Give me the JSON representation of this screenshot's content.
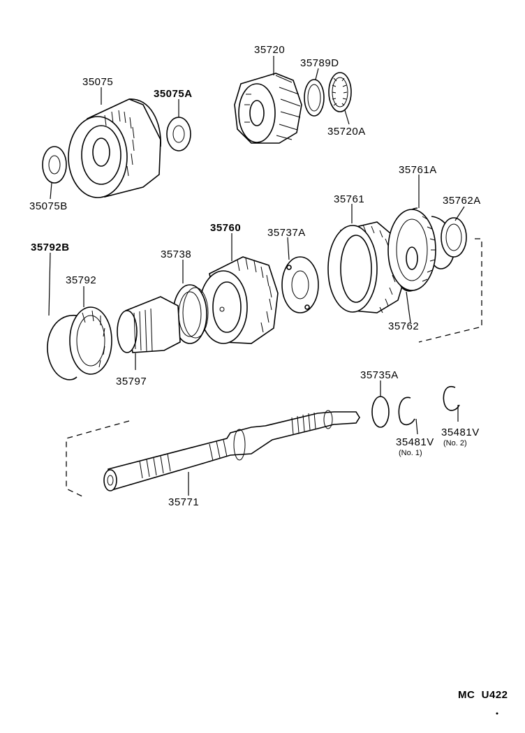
{
  "labels": {
    "p35720": "35720",
    "p35789D": "35789D",
    "p35720A": "35720A",
    "p35075": "35075",
    "p35075A": "35075A",
    "p35075B": "35075B",
    "p35761A": "35761A",
    "p35761": "35761",
    "p35762A": "35762A",
    "p35762": "35762",
    "p35760": "35760",
    "p35737A": "35737A",
    "p35738": "35738",
    "p35792B": "35792B",
    "p35792": "35792",
    "p35797": "35797",
    "p35735A": "35735A",
    "p35481V_1": "35481V",
    "p35481V_1_note": "(No. 1)",
    "p35481V_2": "35481V",
    "p35481V_2_note": "(No. 2)",
    "p35771": "35771"
  },
  "footer": {
    "code": "MC  U422"
  }
}
